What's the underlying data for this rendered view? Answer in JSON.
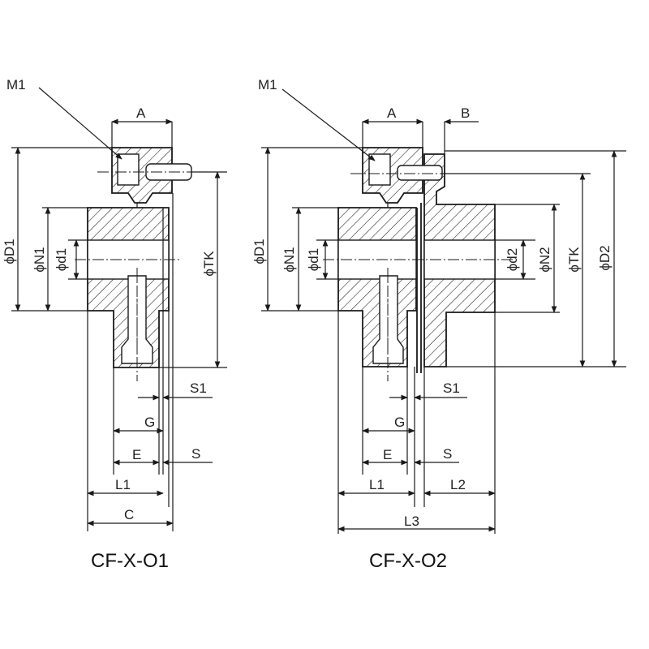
{
  "left": {
    "title": "CF-X-O1",
    "labels": {
      "m1": "M1",
      "a": "A",
      "d1": "ϕD1",
      "n1": "ϕN1",
      "d1small": "ϕd1",
      "tk": "ϕTK",
      "s1": "S1",
      "g": "G",
      "e": "E",
      "s": "S",
      "l1": "L1",
      "c": "C"
    }
  },
  "right": {
    "title": "CF-X-O2",
    "labels": {
      "m1": "M1",
      "a": "A",
      "b": "B",
      "d1": "ϕD1",
      "n1": "ϕN1",
      "d1small": "ϕd1",
      "d2small": "ϕd2",
      "n2": "ϕN2",
      "tk": "ϕTK",
      "d2": "ϕD2",
      "s1": "S1",
      "g": "G",
      "e": "E",
      "s": "S",
      "l1": "L1",
      "l2": "L2",
      "l3": "L3"
    }
  }
}
